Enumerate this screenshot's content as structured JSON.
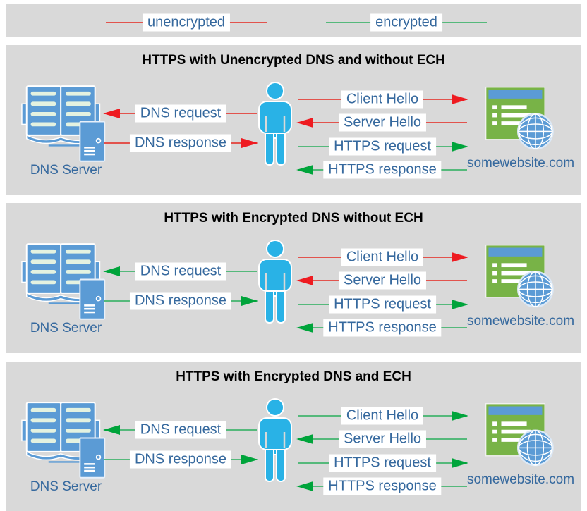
{
  "colors": {
    "panel_bg": "#d9d9d9",
    "unencrypted_line": "#e2534d",
    "unencrypted_head": "#ee1b21",
    "encrypted_line": "#55b97b",
    "encrypted_head": "#00a43b",
    "label_text": "#36699e",
    "person_blue": "#29b2e6",
    "device_blue": "#5b9bd5",
    "website_green": "#78b347"
  },
  "legend": {
    "items": [
      {
        "label": "unencrypted",
        "line_color": "#e2534d"
      },
      {
        "label": "encrypted",
        "line_color": "#55b97b"
      }
    ]
  },
  "panels": [
    {
      "title": "HTTPS with Unencrypted DNS and without ECH",
      "dns_server_label": "DNS Server",
      "website_label": "somewebsite.com",
      "dns_flows": [
        {
          "label": "DNS request",
          "direction": "left",
          "encrypted": false,
          "line_color": "#e2534d",
          "head_color": "#ee1b21"
        },
        {
          "label": "DNS response",
          "direction": "right",
          "encrypted": false,
          "line_color": "#e2534d",
          "head_color": "#ee1b21"
        }
      ],
      "https_flows": [
        {
          "label": "Client Hello",
          "direction": "right",
          "encrypted": false,
          "line_color": "#e2534d",
          "head_color": "#ee1b21"
        },
        {
          "label": "Server Hello",
          "direction": "left",
          "encrypted": false,
          "line_color": "#e2534d",
          "head_color": "#ee1b21"
        },
        {
          "label": "HTTPS request",
          "direction": "right",
          "encrypted": true,
          "line_color": "#55b97b",
          "head_color": "#00a43b"
        },
        {
          "label": "HTTPS response",
          "direction": "left",
          "encrypted": true,
          "line_color": "#55b97b",
          "head_color": "#00a43b"
        }
      ]
    },
    {
      "title": "HTTPS with Encrypted DNS without ECH",
      "dns_server_label": "DNS Server",
      "website_label": "somewebsite.com",
      "dns_flows": [
        {
          "label": "DNS request",
          "direction": "left",
          "encrypted": true,
          "line_color": "#55b97b",
          "head_color": "#00a43b"
        },
        {
          "label": "DNS response",
          "direction": "right",
          "encrypted": true,
          "line_color": "#55b97b",
          "head_color": "#00a43b"
        }
      ],
      "https_flows": [
        {
          "label": "Client Hello",
          "direction": "right",
          "encrypted": false,
          "line_color": "#e2534d",
          "head_color": "#ee1b21"
        },
        {
          "label": "Server Hello",
          "direction": "left",
          "encrypted": false,
          "line_color": "#e2534d",
          "head_color": "#ee1b21"
        },
        {
          "label": "HTTPS request",
          "direction": "right",
          "encrypted": true,
          "line_color": "#55b97b",
          "head_color": "#00a43b"
        },
        {
          "label": "HTTPS response",
          "direction": "left",
          "encrypted": true,
          "line_color": "#55b97b",
          "head_color": "#00a43b"
        }
      ]
    },
    {
      "title": "HTTPS with Encrypted DNS and ECH",
      "dns_server_label": "DNS Server",
      "website_label": "somewebsite.com",
      "dns_flows": [
        {
          "label": "DNS request",
          "direction": "left",
          "encrypted": true,
          "line_color": "#55b97b",
          "head_color": "#00a43b"
        },
        {
          "label": "DNS response",
          "direction": "right",
          "encrypted": true,
          "line_color": "#55b97b",
          "head_color": "#00a43b"
        }
      ],
      "https_flows": [
        {
          "label": "Client Hello",
          "direction": "right",
          "encrypted": true,
          "line_color": "#55b97b",
          "head_color": "#00a43b"
        },
        {
          "label": "Server Hello",
          "direction": "left",
          "encrypted": true,
          "line_color": "#55b97b",
          "head_color": "#00a43b"
        },
        {
          "label": "HTTPS request",
          "direction": "right",
          "encrypted": true,
          "line_color": "#55b97b",
          "head_color": "#00a43b"
        },
        {
          "label": "HTTPS response",
          "direction": "left",
          "encrypted": true,
          "line_color": "#55b97b",
          "head_color": "#00a43b"
        }
      ]
    }
  ]
}
